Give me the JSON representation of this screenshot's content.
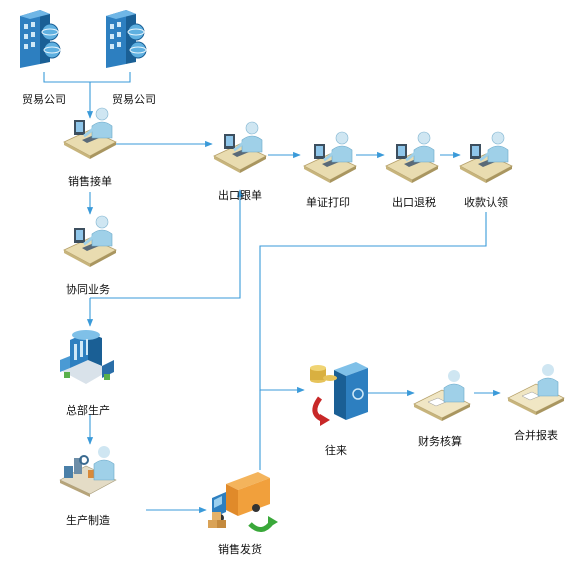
{
  "colors": {
    "connector": "#3a9ad9",
    "label": "#111111",
    "desk": "#e9dcb0",
    "person": "#9fd0e8",
    "building": "#2d7fc0"
  },
  "nodes": {
    "trade_company_1": {
      "label": "贸易公司",
      "icon": "server-building-icon"
    },
    "trade_company_2": {
      "label": "贸易公司",
      "icon": "server-building-icon"
    },
    "sales_order": {
      "label": "销售接单",
      "icon": "workstation-person-icon"
    },
    "export_follow": {
      "label": "出口跟单",
      "icon": "workstation-person-icon"
    },
    "document_print": {
      "label": "单证打印",
      "icon": "workstation-person-icon"
    },
    "export_tax_refund": {
      "label": "出口退税",
      "icon": "workstation-person-icon"
    },
    "payment_claim": {
      "label": "收款认领",
      "icon": "workstation-person-icon"
    },
    "collaborative_business": {
      "label": "协同业务",
      "icon": "workstation-person-icon"
    },
    "headquarters_production": {
      "label": "总部生产",
      "icon": "factory-building-icon"
    },
    "production_manufacturing": {
      "label": "生产制造",
      "icon": "factory-worker-icon"
    },
    "sales_shipment": {
      "label": "销售发货",
      "icon": "delivery-truck-icon"
    },
    "transactions": {
      "label": "往来",
      "icon": "safe-coins-icon"
    },
    "financial_accounting": {
      "label": "财务核算",
      "icon": "accountant-desk-icon"
    },
    "consolidated_statements": {
      "label": "合并报表",
      "icon": "report-desk-icon"
    }
  }
}
